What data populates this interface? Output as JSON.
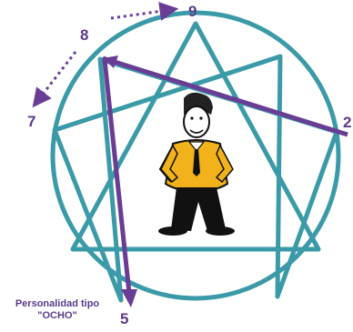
{
  "diagram": {
    "numbers": {
      "n9": "9",
      "n8": "8",
      "n7": "7",
      "n2": "2",
      "n5": "5"
    },
    "caption": {
      "line1": "Personalidad tipo",
      "line2": "\"OCHO\""
    },
    "figure_icon": "cartoon-man-icon"
  },
  "colors": {
    "circle_and_enneagram": "#3a9aa8",
    "highlight_arrows": "#6a3d95",
    "numbers_text": "#5b3b8c",
    "jacket": "#f2b21b",
    "pants": "#111111"
  }
}
